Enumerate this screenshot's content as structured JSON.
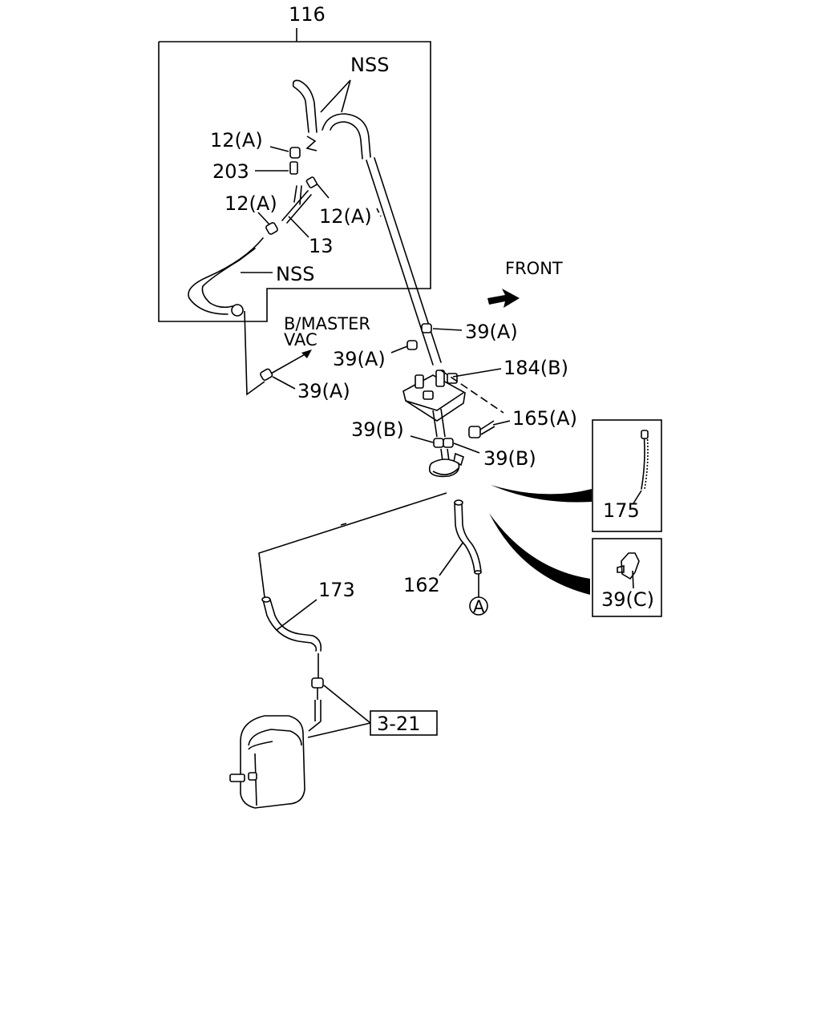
{
  "labels": {
    "box_ref": "116",
    "nss_top": "NSS",
    "nss_lower": "NSS",
    "p12a_1": "12(A)",
    "p203": "203",
    "p12a_2": "12(A)",
    "p12a_3": "12(A)",
    "p13": "13",
    "front": "FRONT",
    "bmaster_1": "B/MASTER",
    "bmaster_2": "VAC",
    "p39a_1": "39(A)",
    "p39a_2": "39(A)",
    "p39a_3": "39(A)",
    "p184b": "184(B)",
    "p165a": "165(A)",
    "p39b_1": "39(B)",
    "p39b_2": "39(B)",
    "p175": "175",
    "p39c": "39(C)",
    "p162": "162",
    "circle_a": "A",
    "p173": "173",
    "ref_321": "3-21"
  }
}
